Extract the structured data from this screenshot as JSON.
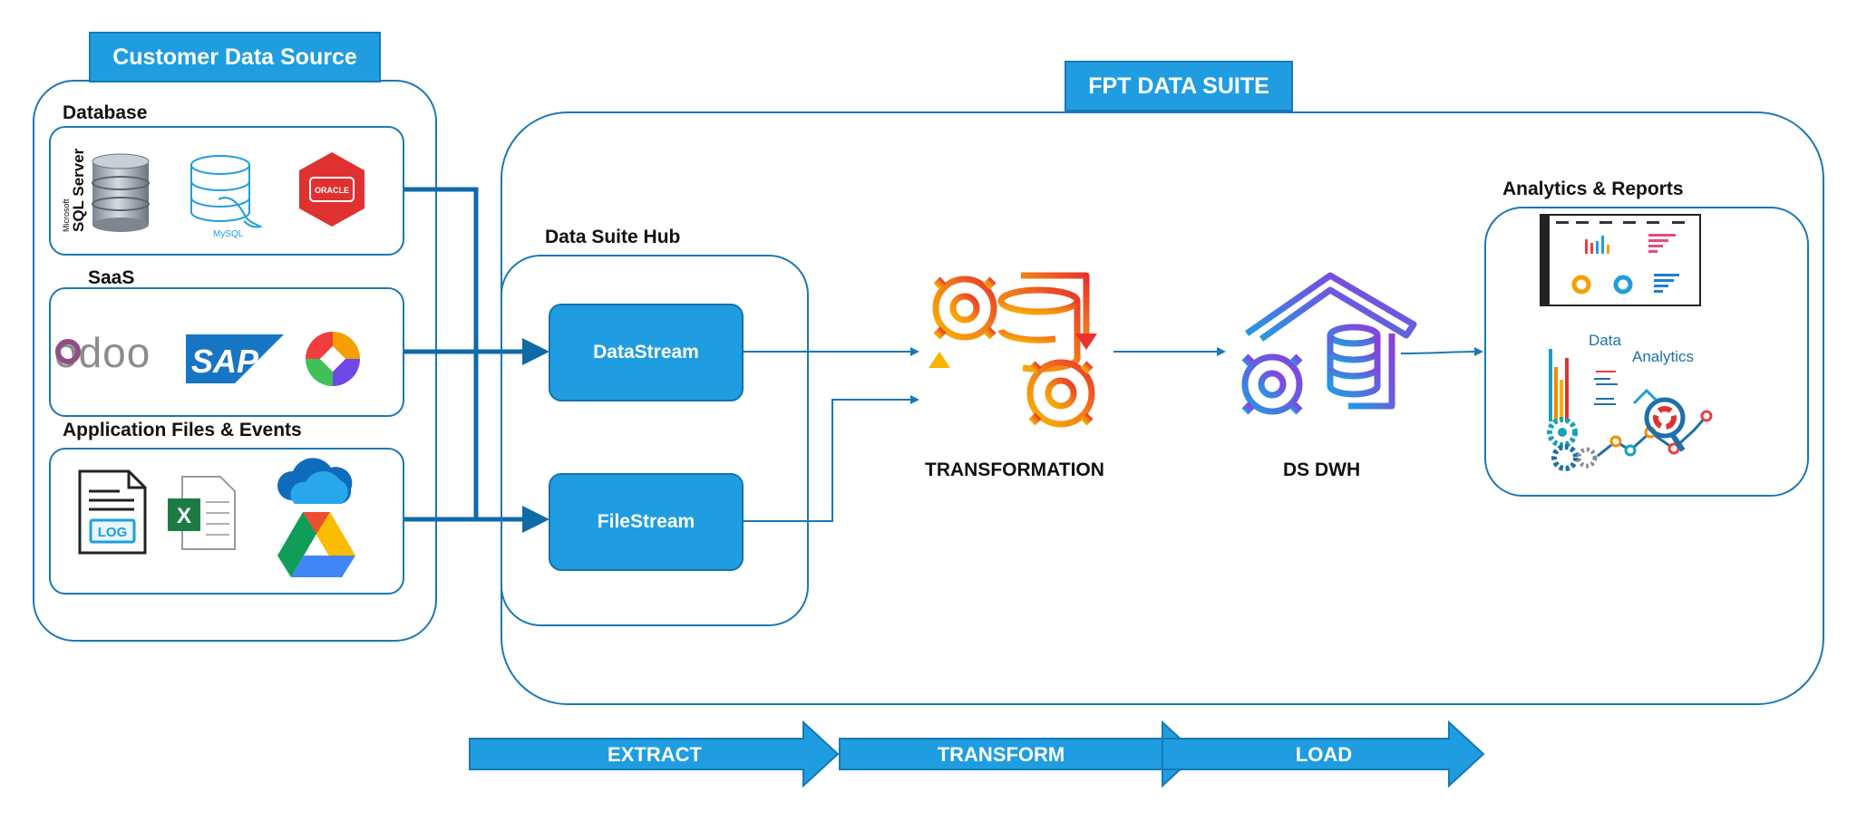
{
  "source": {
    "title": "Customer Data Source",
    "database": {
      "label": "Database",
      "sql_server_vendor": "Microsoft",
      "sql_server_name": "SQL Server",
      "mysql_caption": "MySQL",
      "oracle_text": "ORACLE"
    },
    "saas": {
      "label": "SaaS",
      "odoo_text": "odoo",
      "sap_text": "SAP"
    },
    "files": {
      "label": "Application Files & Events",
      "log_text": "LOG",
      "excel_text": "X"
    }
  },
  "suite": {
    "title": "FPT DATA SUITE",
    "hub_label": "Data Suite Hub",
    "datastream": "DataStream",
    "filestream": "FileStream",
    "transformation": "TRANSFORMATION",
    "dwh": "DS DWH",
    "analytics_label": "Analytics & Reports",
    "analytics_word1": "Data",
    "analytics_word2": "Analytics"
  },
  "etl": {
    "extract": "EXTRACT",
    "transform": "TRANSFORM",
    "load": "LOAD"
  },
  "colors": {
    "accent": "#1f9de0",
    "border": "#1b78b6",
    "arrow_dark": "#0f6aa8"
  },
  "icons": [
    "sql-server-icon",
    "mysql-icon",
    "oracle-icon",
    "odoo-logo",
    "sap-logo",
    "colorful-app-icon",
    "log-file-icon",
    "excel-icon",
    "onedrive-icon",
    "google-drive-icon",
    "transformation-icon",
    "warehouse-icon",
    "dashboard-thumbnail",
    "data-analytics-illustration"
  ]
}
